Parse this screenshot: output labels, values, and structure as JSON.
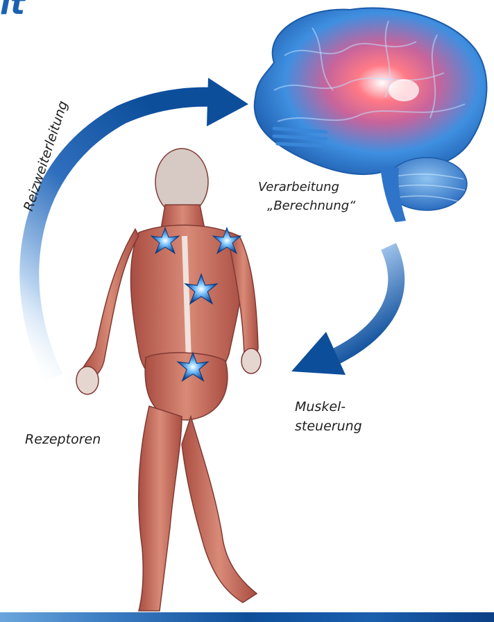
{
  "corner_glyph": "it",
  "labels": {
    "transmission": "Reizweiterleitung",
    "processing": "Verarbeitung",
    "calculation": "„Berechnung“",
    "muscle_line1": "Muskel-",
    "muscle_line2": "steuerung",
    "receptors": "Rezeptoren"
  },
  "colors": {
    "arrow_dark": "#0d4e9b",
    "arrow_light": "#cfe2f6",
    "brain_blue": "#3a86d8",
    "brain_glow": "#ff4a5a",
    "muscle": "#c46a5a",
    "spark": "#1f7fe0"
  }
}
